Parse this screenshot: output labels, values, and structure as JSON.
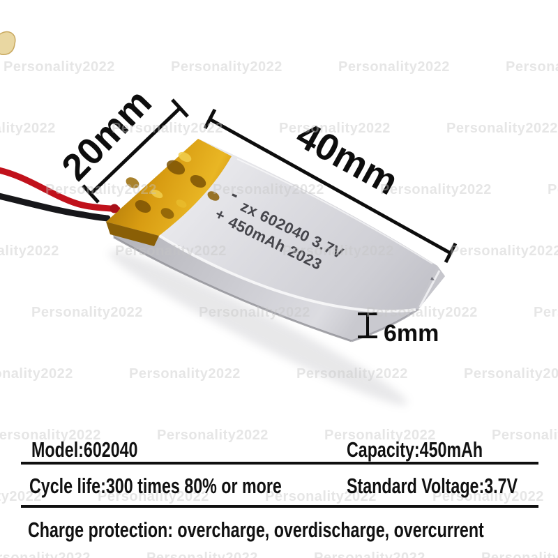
{
  "product_photo": {
    "description": "lithium polymer pouch battery with red and black wires",
    "battery_print": {
      "polarity_minus": "-",
      "polarity_plus": "+",
      "line1": "zx 602040 3.7V",
      "line2": "450mAh  2023"
    },
    "dimension_labels": {
      "width": "20mm",
      "length": "40mm",
      "thickness": "6mm"
    }
  },
  "watermark": {
    "text": "Personality2022"
  },
  "spec_table": {
    "model": "Model:602040",
    "capacity": "Capacity:450mAh",
    "cycle_life": "Cycle life:300 times 80% or more",
    "standard_voltage": "Standard Voltage:3.7V",
    "charge_protection": "Charge protection: overcharge, overdischarge, overcurrent"
  },
  "colors": {
    "wire_red": "#c1121c",
    "wire_black": "#17171a",
    "tape_gold": "#d89c12",
    "body_silver": "#d9d9de",
    "annotation_black": "#0d0d0d",
    "watermark_gray": "#c5c5c5",
    "table_text": "#111111"
  }
}
